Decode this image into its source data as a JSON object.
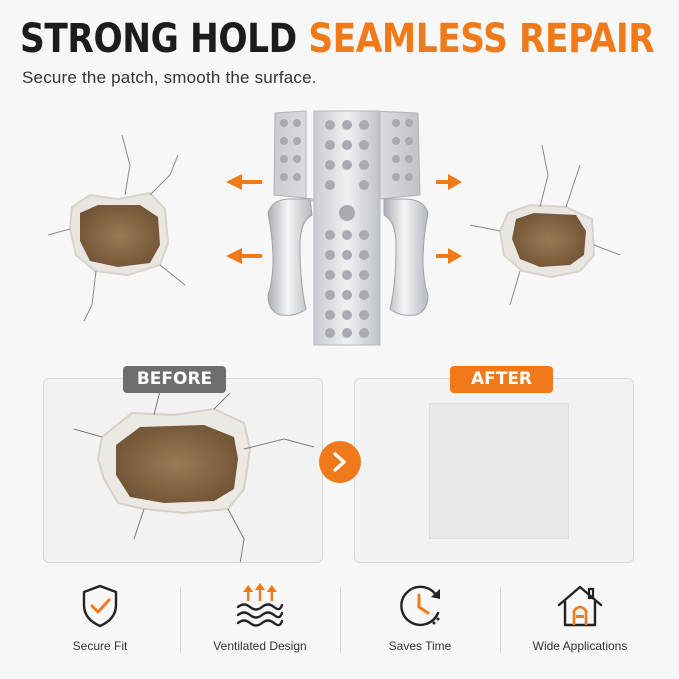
{
  "header": {
    "title_dark": "STRONG HOLD",
    "title_accent": "SEAMLESS REPAIR",
    "subtitle": "Secure the patch, smooth the surface."
  },
  "comparison": {
    "before_label": "BEFORE",
    "after_label": "AFTER"
  },
  "features": [
    {
      "label": "Secure Fit",
      "icon": "shield-check-icon"
    },
    {
      "label": "Ventilated Design",
      "icon": "ventilation-icon"
    },
    {
      "label": "Saves Time",
      "icon": "clock-icon"
    },
    {
      "label": "Wide Applications",
      "icon": "house-icon"
    }
  ],
  "colors": {
    "accent": "#f07a1a",
    "dark": "#1c1c1c",
    "before_label_bg": "#6e6e6e"
  }
}
